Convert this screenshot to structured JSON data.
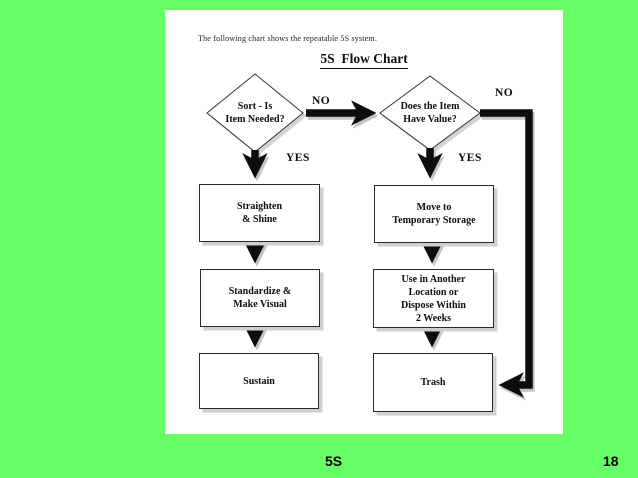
{
  "slide": {
    "background_color": "#66ff66",
    "footer": {
      "section_label": "5S",
      "page_number": "18"
    }
  },
  "flowchart": {
    "intro_text": "The following chart shows the repeatable 5S system.",
    "title": "5S  Flow Chart",
    "decisions": {
      "sort": "Sort - Is\nItem Needed?",
      "value": "Does the Item\nHave Value?"
    },
    "process_boxes": {
      "straighten": "Straighten\n& Shine",
      "move_temp": "Move to\nTemporary Storage",
      "standardize": "Standardize &\nMake Visual",
      "use_another": "Use in Another\nLocation or\nDispose Within\n2 Weeks",
      "sustain": "Sustain",
      "trash": "Trash"
    },
    "edge_labels": {
      "sort_no": "NO",
      "sort_yes": "YES",
      "value_no": "NO",
      "value_yes": "YES"
    }
  }
}
